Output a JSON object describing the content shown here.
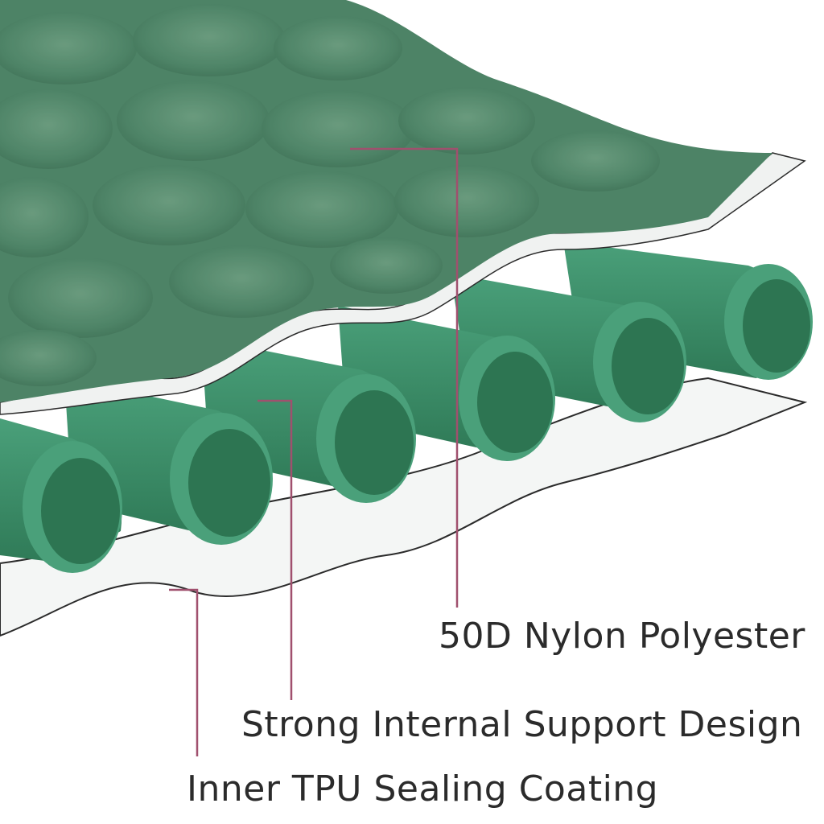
{
  "labels": {
    "outer_fabric": "50D Nylon Polyester",
    "internal_support": "Strong Internal Support Design",
    "inner_coating": "Inner TPU Sealing Coating"
  },
  "colors": {
    "top_fabric": "#4e8466",
    "top_fabric_shadow": "#3d6f54",
    "top_fabric_highlight": "#6e9f80",
    "tube_outer": "#3f8f6a",
    "tube_inner": "#2f7a57",
    "tube_mouth": "#2a6e4d",
    "bottom_layer": "#f2f4f3",
    "leader_line": "#a0506e"
  }
}
